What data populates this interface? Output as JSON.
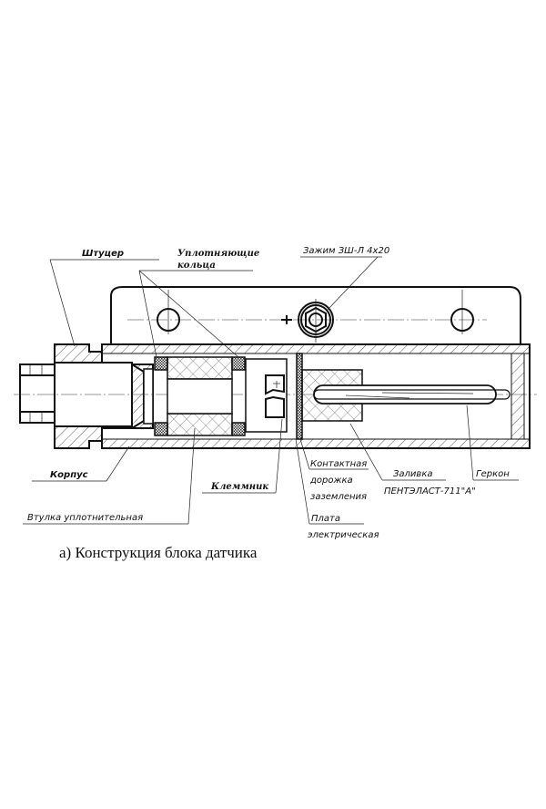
{
  "figure": {
    "caption": "а) Конструкция блока датчика",
    "labels": {
      "shtutser": "Штуцер",
      "uplotn_koltsa_1": "Уплотняющие",
      "uplotn_koltsa_2": "кольца",
      "zazhim": "Зажим ЗШ-Л 4х20",
      "korpus": "Корпус",
      "vtulka": "Втулка уплотнительная",
      "klemmnik": "Клеммник",
      "kontakt_1": "Контактная",
      "kontakt_2": "дорожка",
      "kontakt_3": "заземления",
      "plata_1": "Плата",
      "plata_2": "электрическая",
      "zalivka_1": "Заливка",
      "zalivka_2": "ПЕНТЭЛАСТ-711\"А\"",
      "gerkon": "Геркон"
    }
  }
}
